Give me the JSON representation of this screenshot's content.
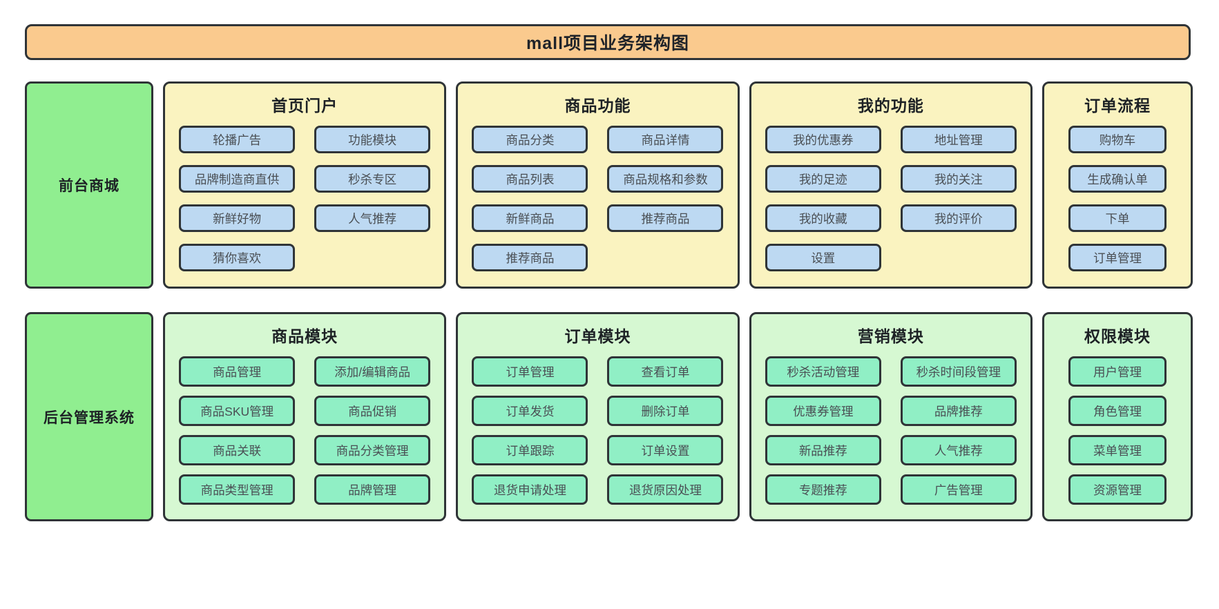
{
  "title": "mall项目业务架构图",
  "rows": [
    {
      "label": "前台商城",
      "panels": [
        {
          "title": "首页门户",
          "buttons": [
            "轮播广告",
            "功能模块",
            "品牌制造商直供",
            "秒杀专区",
            "新鲜好物",
            "人气推荐",
            "猜你喜欢"
          ]
        },
        {
          "title": "商品功能",
          "buttons": [
            "商品分类",
            "商品详情",
            "商品列表",
            "商品规格和参数",
            "新鲜商品",
            "推荐商品",
            "推荐商品"
          ]
        },
        {
          "title": "我的功能",
          "buttons": [
            "我的优惠券",
            "地址管理",
            "我的足迹",
            "我的关注",
            "我的收藏",
            "我的评价",
            "设置"
          ]
        },
        {
          "title": "订单流程",
          "buttons": [
            "购物车",
            "生成确认单",
            "下单",
            "订单管理"
          ]
        }
      ]
    },
    {
      "label": "后台管理系统",
      "panels": [
        {
          "title": "商品模块",
          "buttons": [
            "商品管理",
            "添加/编辑商品",
            "商品SKU管理",
            "商品促销",
            "商品关联",
            "商品分类管理",
            "商品类型管理",
            "品牌管理"
          ]
        },
        {
          "title": "订单模块",
          "buttons": [
            "订单管理",
            "查看订单",
            "订单发货",
            "删除订单",
            "订单跟踪",
            "订单设置",
            "退货申请处理",
            "退货原因处理"
          ]
        },
        {
          "title": "营销模块",
          "buttons": [
            "秒杀活动管理",
            "秒杀时间段管理",
            "优惠券管理",
            "品牌推荐",
            "新品推荐",
            "人气推荐",
            "专题推荐",
            "广告管理"
          ]
        },
        {
          "title": "权限模块",
          "buttons": [
            "用户管理",
            "角色管理",
            "菜单管理",
            "资源管理"
          ]
        }
      ]
    }
  ],
  "colors": {
    "title_bg": "#FACA8E",
    "frontend_panel_bg": "#FAF3C0",
    "frontend_button_bg": "#BDD9F2",
    "row_label_bg": "#90EE90",
    "backend_panel_bg": "#D6F8D2",
    "backend_button_bg": "#90EFC5",
    "border": "#2F3437",
    "title_text": "#1F2329",
    "button_text": "#4A4F54"
  }
}
